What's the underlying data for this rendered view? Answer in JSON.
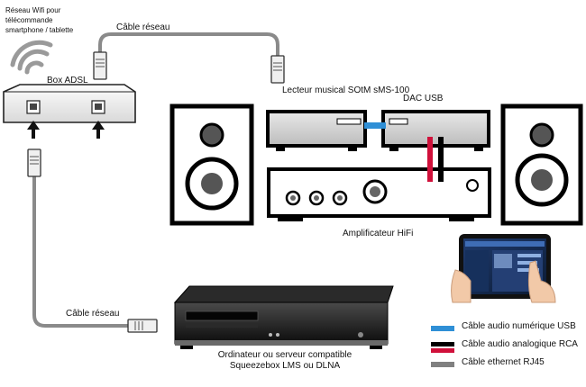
{
  "labels": {
    "wifi": "Réseau Wifi pour télécommande smartphone / tablette",
    "box_adsl": "Box ADSL",
    "cable_top": "Câble réseau",
    "lecteur": "Lecteur musical SOtM sMS-100",
    "dac": "DAC USB",
    "amplificateur": "Amplificateur HiFi",
    "cable_bottom": "Câble réseau",
    "ordinateur": "Ordinateur ou serveur compatible Squeezebox LMS ou DLNA"
  },
  "legend": [
    {
      "label": "Câble audio numérique USB",
      "color": "#2f8fd6"
    },
    {
      "label": "Câble audio analogique RCA",
      "color": "#000000",
      "color2": "#d0103a"
    },
    {
      "label": "Câble ethernet RJ45",
      "color": "#808080"
    }
  ],
  "colors": {
    "usb": "#2f8fd6",
    "rca_black": "#000000",
    "rca_red": "#d0103a",
    "ethernet": "#808080",
    "device_gray": "#cfcfcf"
  }
}
